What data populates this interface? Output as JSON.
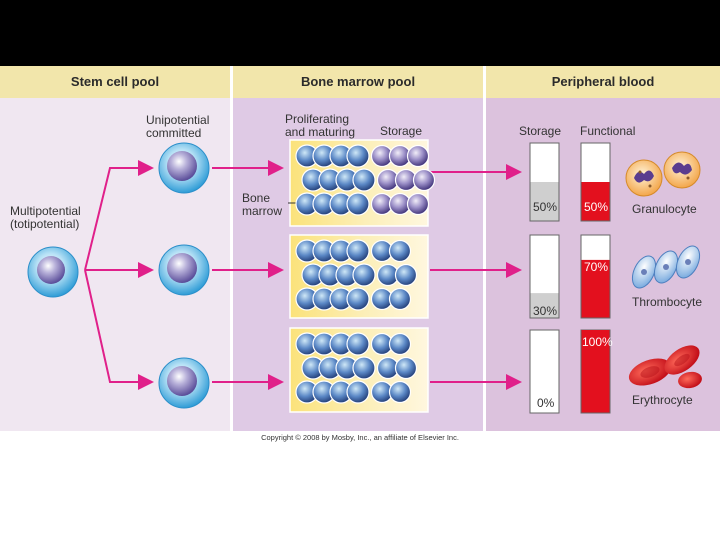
{
  "headers": {
    "stem_cell_pool": "Stem cell pool",
    "bone_marrow_pool": "Bone marrow pool",
    "peripheral_blood": "Peripheral blood"
  },
  "labels": {
    "multipotential_line1": "Multipotential",
    "multipotential_line2": "(totipotential)",
    "unipotential_line1": "Unipotential",
    "unipotential_line2": "committed",
    "proliferating_line1": "Proliferating",
    "proliferating_line2": "and maturing",
    "storage_marrow": "Storage",
    "bone_marrow_line1": "Bone",
    "bone_marrow_line2": "marrow",
    "storage_blood": "Storage",
    "functional_blood": "Functional"
  },
  "cell_types": [
    {
      "name": "Granulocyte",
      "storage_pct": "50%",
      "functional_pct": "50%",
      "storage_value": 50,
      "functional_value": 50
    },
    {
      "name": "Thrombocyte",
      "storage_pct": "30%",
      "functional_pct": "70%",
      "storage_value": 30,
      "functional_value": 70
    },
    {
      "name": "Erythrocyte",
      "storage_pct": "0%",
      "functional_pct": "100%",
      "storage_value": 0,
      "functional_value": 100
    }
  ],
  "copyright": "Copyright © 2008 by Mosby, Inc., an affiliate of Elsevier Inc.",
  "colors": {
    "arrow": "#e0208a",
    "functional_fill": "#e3101e",
    "storage_fill": "#cfcfcf",
    "stem_panel": "#f0e7f1",
    "marrow_panel": "#dfcae5",
    "blood_panel": "#dcc2dd",
    "header_band": "#f2e6ab",
    "cell_blue": "#3ea8dc"
  }
}
